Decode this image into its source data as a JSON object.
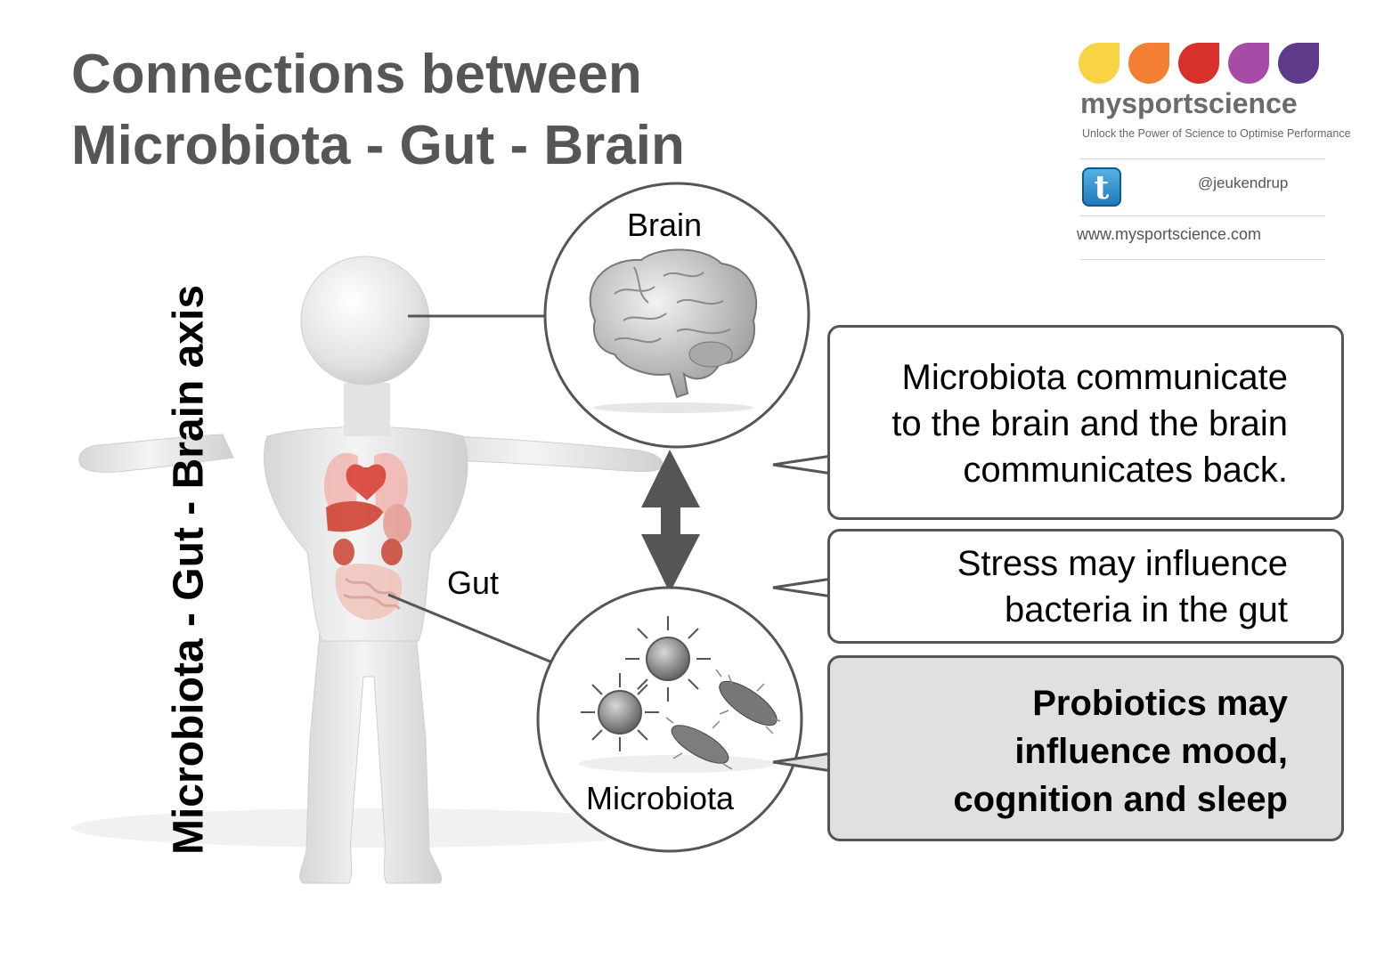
{
  "title": {
    "line1": "Connections between",
    "line2": "Microbiota - Gut - Brain"
  },
  "axis_label": "Microbiota - Gut - Brain axis",
  "labels": {
    "brain": "Brain",
    "gut": "Gut",
    "microbiota": "Microbiota"
  },
  "callouts": [
    {
      "lines": [
        "Microbiota communicate",
        "to the brain and the brain",
        "communicates back."
      ]
    },
    {
      "lines": [
        "Stress may influence",
        "bacteria in the gut"
      ]
    },
    {
      "lines": [
        "Probiotics may",
        "influence mood,",
        "cognition and sleep"
      ]
    }
  ],
  "logo": {
    "brand": "mysportscience",
    "tagline": "Unlock the Power of Science to Optimise Performance",
    "twitter_handle": "@jeukendrup",
    "website": "www.mysportscience.com",
    "drop_colors": [
      "#f8d444",
      "#f47f32",
      "#d8302a",
      "#a64ca6",
      "#5e3a8a"
    ]
  },
  "icons": {
    "brain": "brain-icon",
    "microbes": "microbe-icon",
    "arrow": "double-arrow-icon",
    "figure": "human-figure-icon",
    "twitter": "twitter-icon"
  }
}
